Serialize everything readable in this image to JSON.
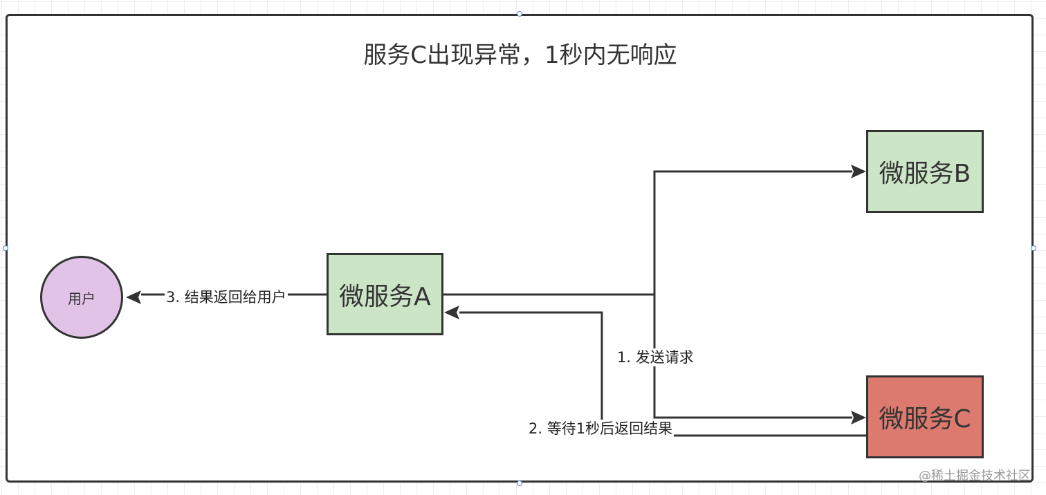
{
  "title": "服务C出现异常，1秒内无响应",
  "nodes": {
    "user": {
      "label": "用户",
      "fill": "#e1c3e8"
    },
    "service_a": {
      "label": "微服务A",
      "fill": "#cce5c6"
    },
    "service_b": {
      "label": "微服务B",
      "fill": "#cce5c6"
    },
    "service_c": {
      "label": "微服务C",
      "fill": "#dc7a6f"
    }
  },
  "edges": {
    "send_request": "1. 发送请求",
    "wait_return": "2. 等待1秒后返回结果",
    "return_user": "3. 结果返回给用户"
  },
  "watermark": "@稀土掘金技术社区",
  "colors": {
    "stroke": "#333333",
    "handle": "#4a7fd4"
  }
}
